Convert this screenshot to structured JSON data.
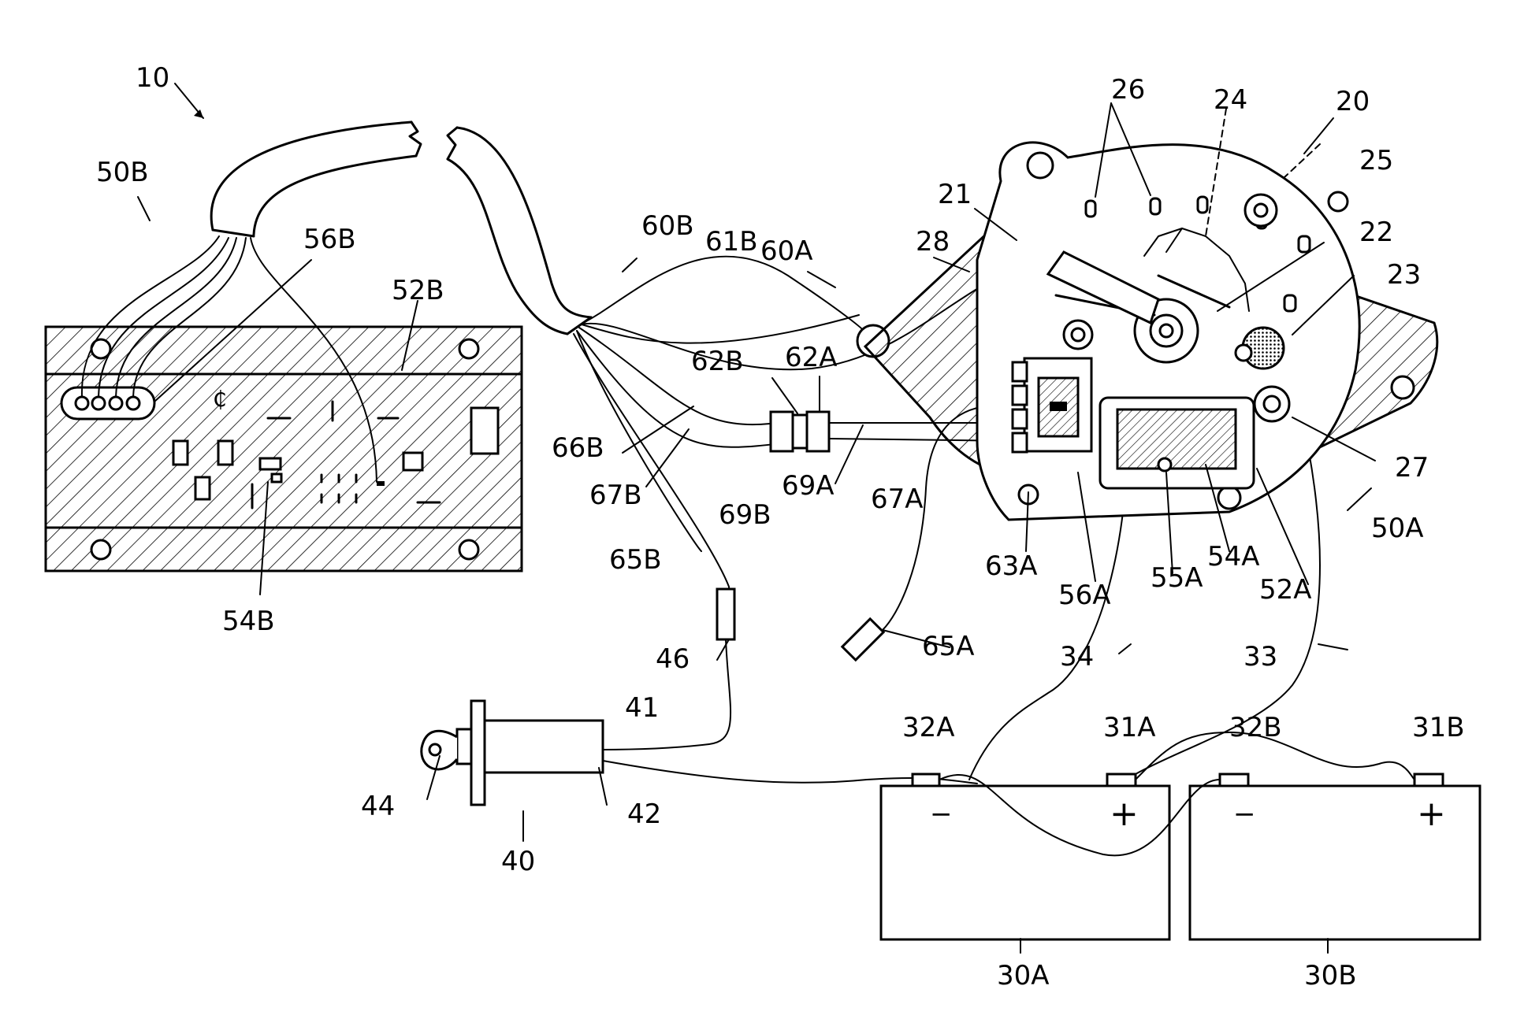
{
  "labels": {
    "l10": "10",
    "l50B": "50B",
    "l56B": "56B",
    "l52B": "52B",
    "l54B": "54B",
    "l60B": "60B",
    "l61B": "61B",
    "l60A": "60A",
    "l62B": "62B",
    "l62A": "62A",
    "l66B": "66B",
    "l67B": "67B",
    "l69B": "69B",
    "l69A": "69A",
    "l67A": "67A",
    "l65B": "65B",
    "l65A": "65A",
    "l46": "46",
    "l41": "41",
    "l42": "42",
    "l44": "44",
    "l40": "40",
    "l63A": "63A",
    "l56A": "56A",
    "l55A": "55A",
    "l54A": "54A",
    "l52A": "52A",
    "l50A": "50A",
    "l34": "34",
    "l33": "33",
    "l32A": "32A",
    "l31A": "31A",
    "l32B": "32B",
    "l31B": "31B",
    "l30A": "30A",
    "l30B": "30B",
    "l20": "20",
    "l26": "26",
    "l24": "24",
    "l25": "25",
    "l21": "21",
    "l28": "28",
    "l22": "22",
    "l23": "23",
    "l27": "27"
  },
  "battery_signs": {
    "minus": "−",
    "plus": "+"
  },
  "colors": {
    "ink": "#000000",
    "paper": "#ffffff"
  }
}
